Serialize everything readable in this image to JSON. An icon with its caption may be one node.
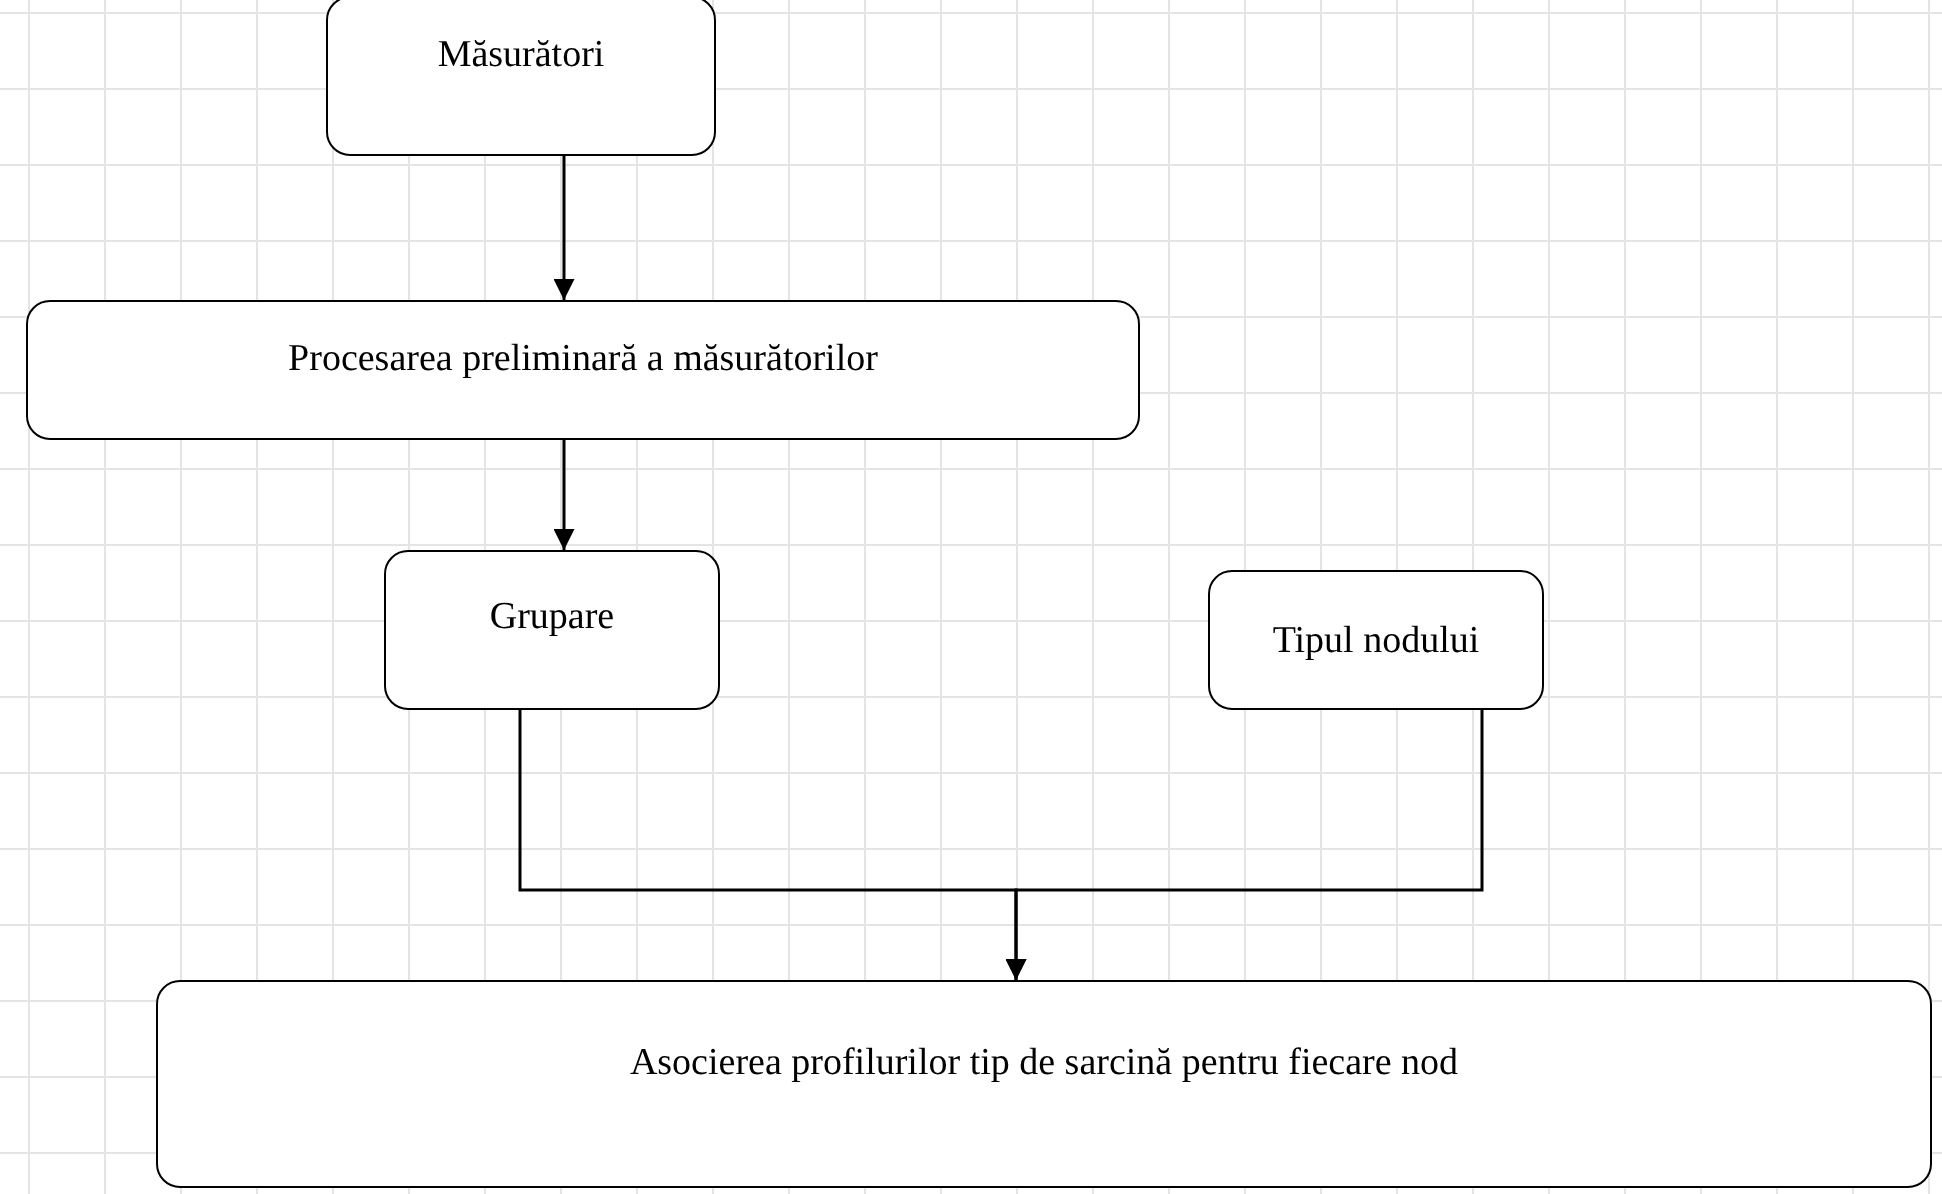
{
  "diagram": {
    "nodes": [
      {
        "text": [
          "Măsurători"
        ]
      },
      {
        "text": [
          "Procesarea preliminară a măsurătorilor"
        ]
      },
      {
        "text": [
          "Grupare"
        ]
      },
      {
        "text": [
          "Tipul nodului"
        ]
      },
      {
        "text": [
          "Asocierea profilurilor tip de sarcină pentru fiecare nod"
        ]
      }
    ],
    "edges": [
      {
        "from": 0,
        "to": 1,
        "arrow": "to"
      },
      {
        "from": 1,
        "to": 2,
        "arrow": "to"
      },
      {
        "from": 2,
        "to": 4,
        "arrow": "to"
      },
      {
        "from": 3,
        "to": 4,
        "arrow": "to"
      }
    ]
  }
}
